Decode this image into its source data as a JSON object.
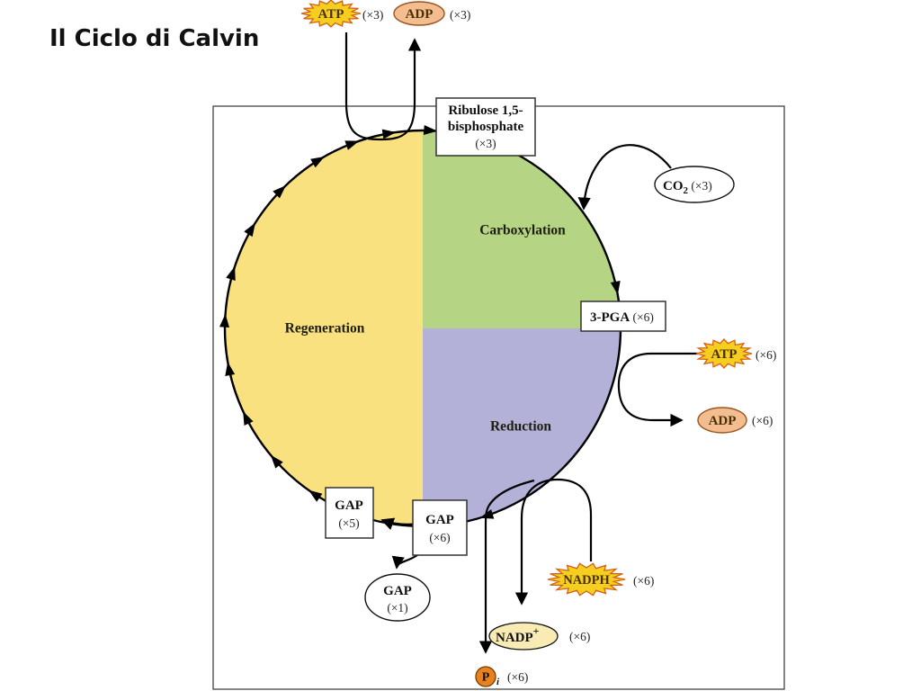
{
  "title": "Il Ciclo di Calvin",
  "phases": {
    "regeneration": "Regeneration",
    "carboxylation": "Carboxylation",
    "reduction": "Reduction"
  },
  "molecules": {
    "rubp_line1": "Ribulose 1,5-",
    "rubp_line2": "bisphosphate",
    "rubp_mult": "(×3)",
    "co2_base": "CO",
    "co2_sub": "2",
    "co2_mult": " (×3)",
    "pga_label": "3-PGA",
    "pga_mult": " (×6)",
    "atp_top_label": "ATP",
    "atp_top_mult": "(×3)",
    "adp_top_label": "ADP",
    "adp_top_mult": "(×3)",
    "atp_right_label": "ATP",
    "atp_right_mult": "(×6)",
    "adp_right_label": "ADP",
    "adp_right_mult": "(×6)",
    "gap5_label": "GAP",
    "gap5_mult": "(×5)",
    "gap6_label": "GAP",
    "gap6_mult": "(×6)",
    "gap1_label": "GAP",
    "gap1_mult": "(×1)",
    "nadph_label": "NADPH",
    "nadph_mult": "(×6)",
    "nadp_label": "NADP",
    "nadp_sup": "+",
    "nadp_mult": "(×6)",
    "pi_label": "P",
    "pi_sub": "i",
    "pi_mult": "(×6)"
  },
  "colors": {
    "regeneration_fill": "#FAE180",
    "carboxylation_fill": "#B5D584",
    "reduction_fill": "#B3B1D8",
    "atp_fill": "#F5CE1F",
    "atp_spike": "#D4601A",
    "adp_fill": "#F4BD90",
    "adp_stroke": "#99551f",
    "nadp_fill": "#F8ECB4",
    "pi_fill": "#E8821E",
    "pi_stroke": "#7a3a00"
  }
}
